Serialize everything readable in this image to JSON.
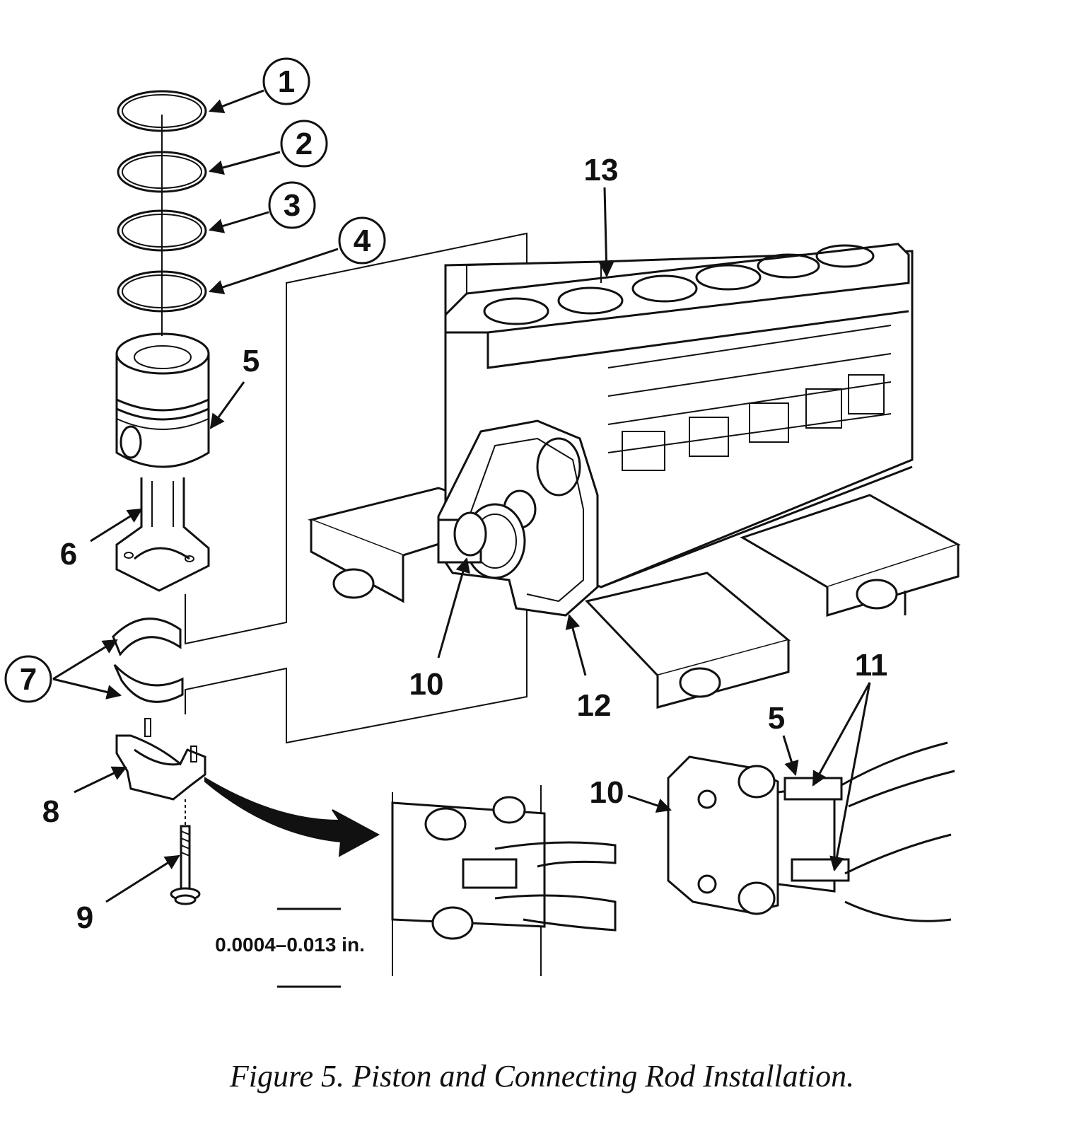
{
  "figure": {
    "caption": "Figure 5.  Piston and Connecting Rod Installation.",
    "measurement": "0.0004–0.013 in.",
    "callouts": {
      "c1": "1",
      "c2": "2",
      "c3": "3",
      "c4": "4",
      "c5": "5",
      "c6": "6",
      "c7": "7",
      "c8": "8",
      "c9": "9",
      "c10": "10",
      "c11": "11",
      "c12": "12",
      "c13": "13",
      "c5b": "5",
      "c10b": "10"
    }
  }
}
